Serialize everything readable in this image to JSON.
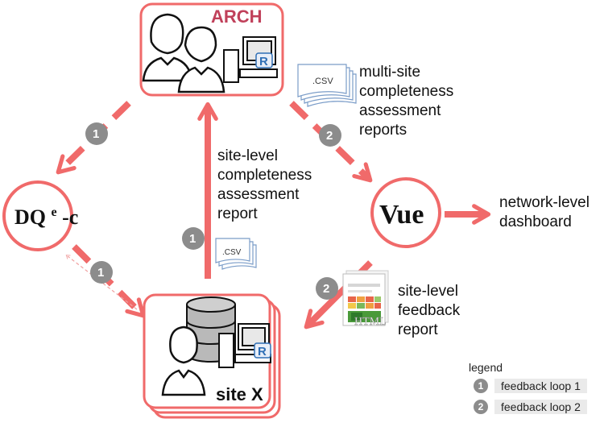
{
  "nodes": {
    "arch": {
      "label": "ARCH"
    },
    "dqec": {
      "label": "DQ",
      "superscript": "e",
      "suffix": "-c"
    },
    "vue": {
      "label": "Vue"
    },
    "site_x": {
      "label": "site X"
    }
  },
  "files": {
    "csv_multi": ".CSV",
    "csv_site": ".CSV",
    "html_report": "HTML"
  },
  "labels": {
    "multi_site": [
      "multi-site",
      "completeness",
      "assessment",
      "reports"
    ],
    "site_level_report": [
      "site-level",
      "completeness",
      "assessment",
      "report"
    ],
    "network_dashboard": [
      "network-level",
      "dashboard"
    ],
    "site_feedback": [
      "site-level",
      "feedback",
      "report"
    ]
  },
  "badges": {
    "arch_to_dqec": "1",
    "arch_to_vue": "2",
    "site_to_arch": "1",
    "dqec_to_site": "1",
    "vue_to_site": "2"
  },
  "legend": {
    "title": "legend",
    "items": [
      {
        "badge": "1",
        "text": "feedback loop 1"
      },
      {
        "badge": "2",
        "text": "feedback loop 2"
      }
    ]
  },
  "colors": {
    "accent": "#f06a6a",
    "arch_title": "#c0405a",
    "badge": "#8c8c8c",
    "r_logo": "#2f6fb5"
  }
}
